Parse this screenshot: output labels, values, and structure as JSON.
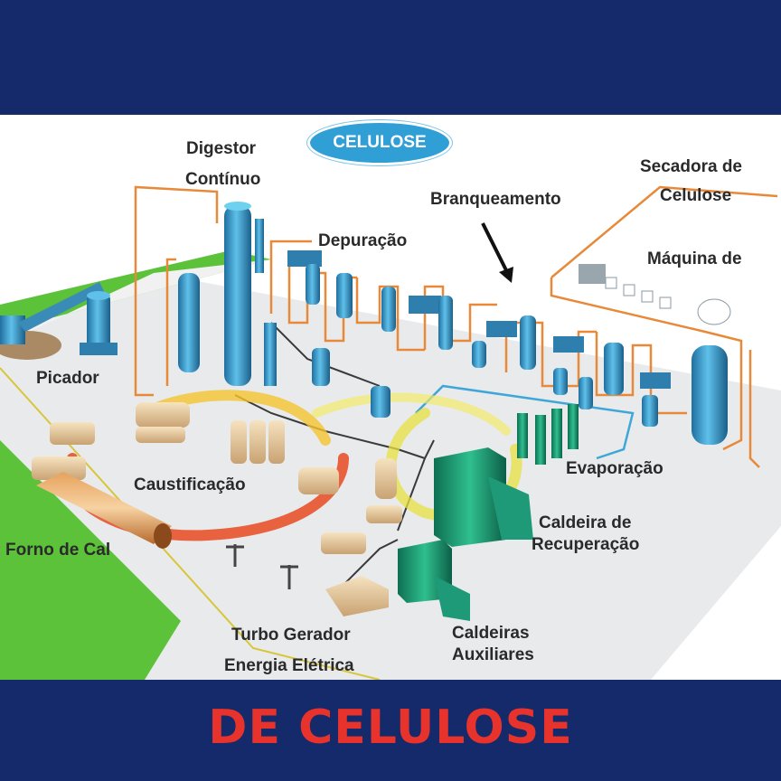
{
  "badge": "CELULOSE",
  "footer_title": "DE CELULOSE",
  "labels": {
    "digestor": "Digestor",
    "continuo": "Contínuo",
    "depuracao": "Depuração",
    "branqueamento": "Branqueamento",
    "secadora_1": "Secadora de",
    "secadora_2": "Celulose",
    "maquina": "Máquina de",
    "picador": "Picador",
    "caustificacao": "Caustificação",
    "evaporacao": "Evaporação",
    "caldeira_rec_1": "Caldeira de",
    "caldeira_rec_2": "Recuperação",
    "forno": "Forno de Cal",
    "turbo_1": "Turbo Gerador",
    "turbo_2": "Energia Elétrica",
    "caldeiras_aux_1": "Caldeiras",
    "caldeiras_aux_2": "Auxiliares"
  },
  "colors": {
    "frame": "#142a6b",
    "title_red": "#e8322c",
    "badge_blue": "#2f9fd6",
    "pipe_orange": "#e8893a",
    "equipment_blue": "#2e8fc4",
    "recovery_green": "#1f9a78",
    "grass_green": "#5cc23a"
  }
}
